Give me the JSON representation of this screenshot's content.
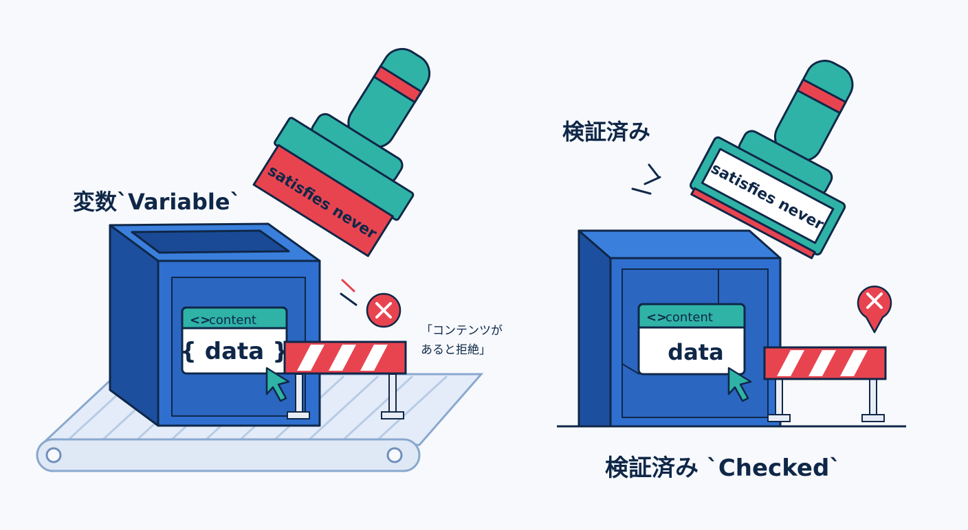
{
  "left": {
    "label": "変数`Variable`",
    "stamp_text": "satisfies never",
    "panel_tab": "content",
    "panel_value": "{ data }",
    "note_line1": "「コンテンツが",
    "note_line2": "あると拒絶」"
  },
  "right": {
    "top_label": "検証済み",
    "stamp_text": "satisfies never",
    "panel_tab": "content",
    "panel_value": "data",
    "bottom_label": "検証済み `Checked`"
  },
  "colors": {
    "box_blue": "#2f6fcf",
    "box_dark": "#1d4f9f",
    "stamp_teal": "#2fb3a6",
    "stamp_red": "#e84450",
    "outline": "#0f2748"
  }
}
